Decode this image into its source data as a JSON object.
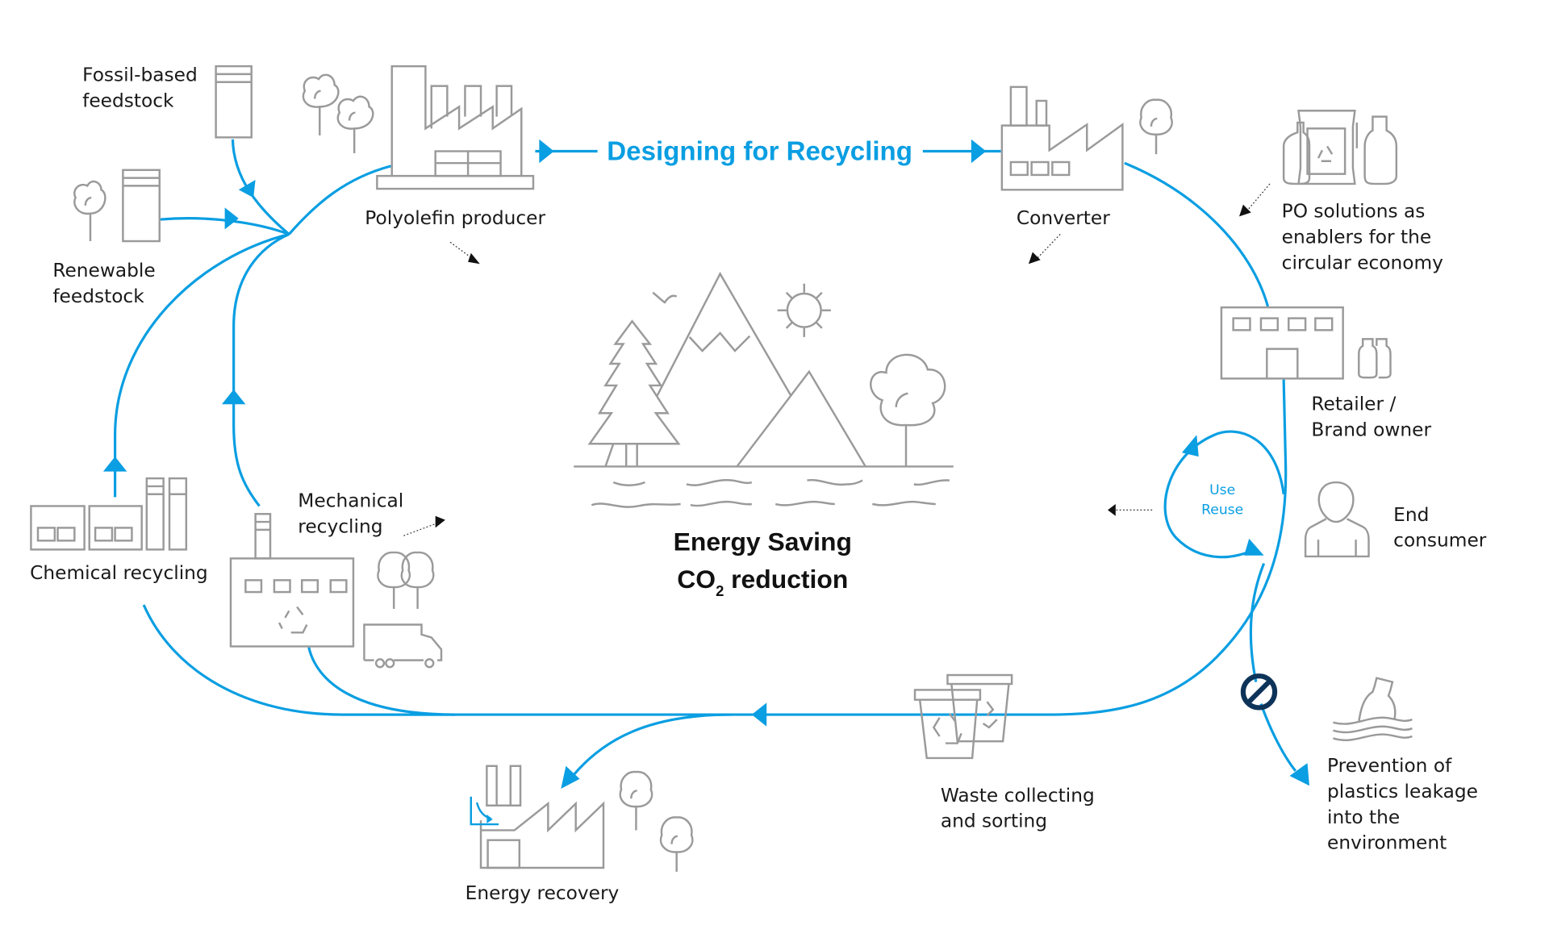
{
  "colors": {
    "flow": "#0a9ee2",
    "icon_stroke": "#9a9a9a",
    "text": "#1a1a1a",
    "prohibit": "#0d3358"
  },
  "header": {
    "title": "Designing for Recycling"
  },
  "center": {
    "line1": "Energy Saving",
    "line2_prefix": "CO",
    "line2_sub": "2",
    "line2_suffix": " reduction"
  },
  "nodes": {
    "fossil_feedstock": {
      "line1": "Fossil-based",
      "line2": "feedstock",
      "icon": "storage-tank-icon"
    },
    "renewable_feedstock": {
      "line1": "Renewable",
      "line2": "feedstock",
      "icon": "storage-tank-icon"
    },
    "polyolefin_producer": {
      "label": "Polyolefin producer",
      "icon": "factory-icon"
    },
    "converter": {
      "label": "Converter",
      "icon": "factory-icon"
    },
    "po_solutions": {
      "line1": "PO solutions as",
      "line2": "enablers for the",
      "line3": "circular economy",
      "icon": "packaging-icon"
    },
    "retailer": {
      "line1": "Retailer /",
      "line2": "Brand owner",
      "icon": "store-icon"
    },
    "end_consumer": {
      "line1": "End",
      "line2": "consumer",
      "icon": "person-icon"
    },
    "use_reuse": {
      "line1": "Use",
      "line2": "Reuse",
      "icon": "cycle-arrow-icon"
    },
    "prevention": {
      "line1": "Prevention of",
      "line2": "plastics leakage",
      "line3": "into the",
      "line4": "environment",
      "icon": "floating-bottle-icon"
    },
    "waste": {
      "line1": "Waste collecting",
      "line2": "and sorting",
      "icon": "recycling-bin-icon"
    },
    "energy_recovery": {
      "label": "Energy recovery",
      "icon": "factory-icon"
    },
    "mechanical": {
      "line1": "Mechanical",
      "line2": "recycling",
      "icon": "recycling-plant-icon"
    },
    "chemical": {
      "label": "Chemical recycling",
      "icon": "chemical-plant-icon"
    }
  }
}
